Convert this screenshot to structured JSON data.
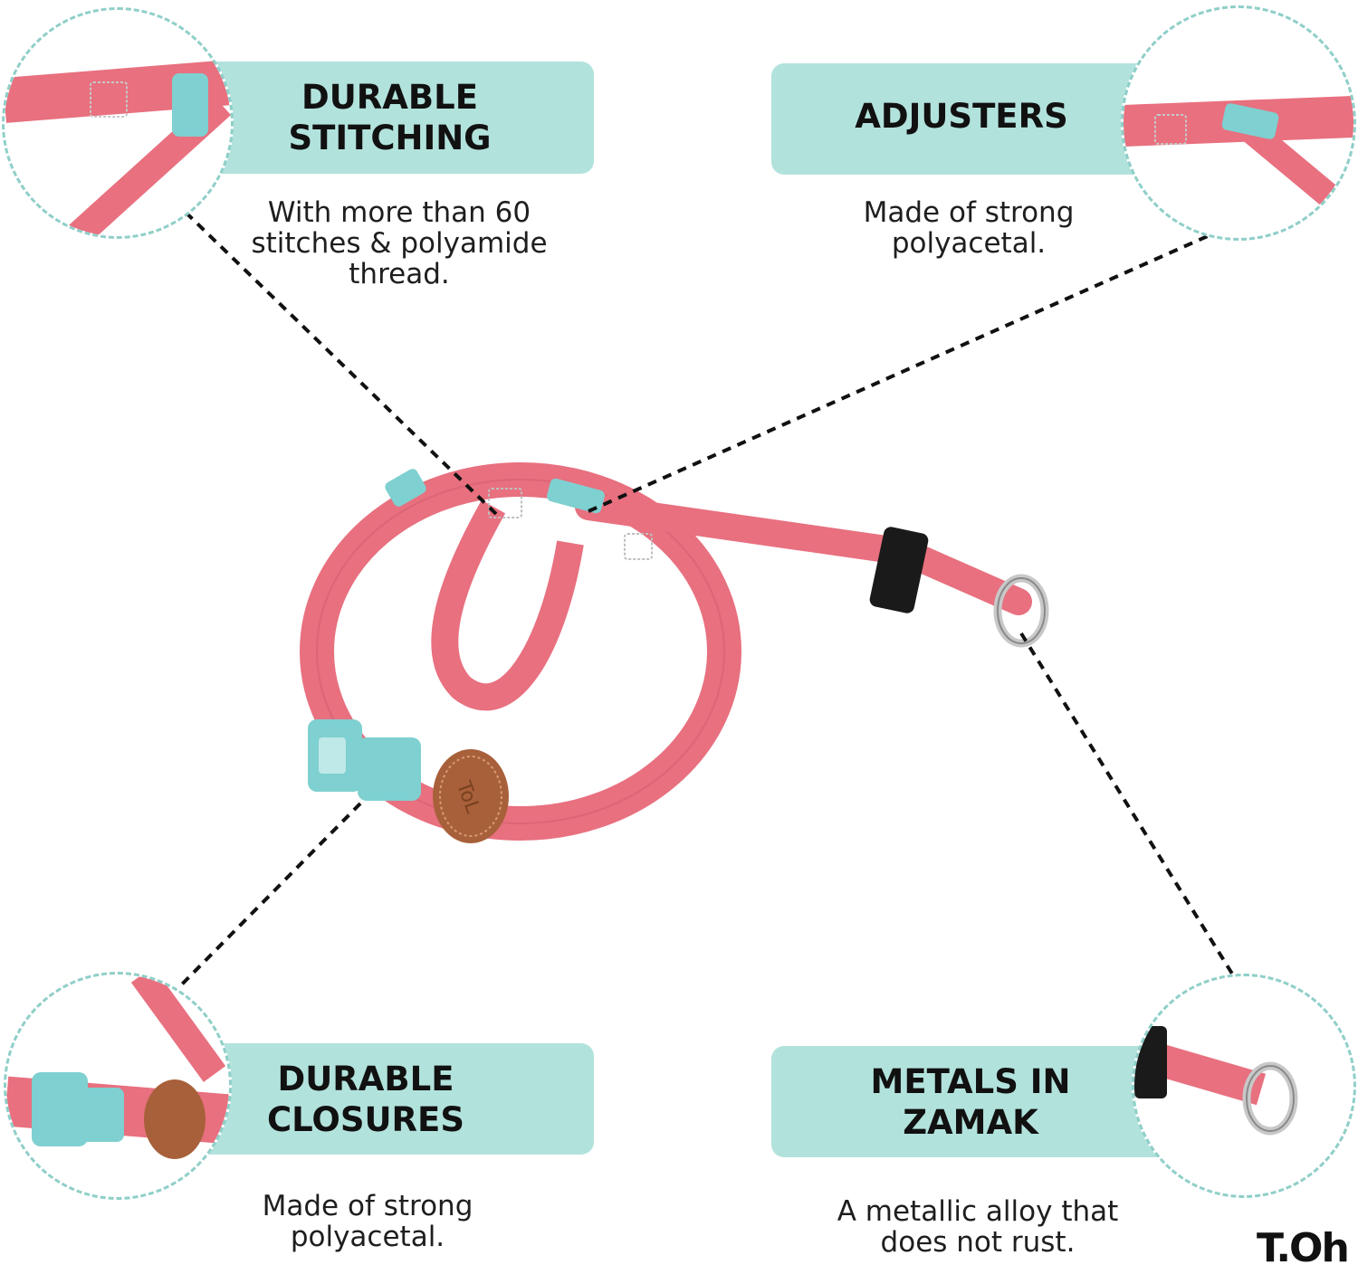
{
  "colors": {
    "strap": "#e8707f",
    "strap_dark": "#d05b6b",
    "buckle": "#7fd0d0",
    "pill_bg": "#b2e2dc",
    "ring_border": "#8fcfc8",
    "leather": "#a8603a",
    "stopper": "#1a1a1a",
    "metal": "#c8c8c8"
  },
  "features": {
    "durable_stitching": {
      "title_line1": "DURABLE",
      "title_line2": "STITCHING",
      "desc_line1": "With more than 60",
      "desc_line2": "stitches & polyamide",
      "desc_line3": "thread."
    },
    "adjusters": {
      "title": "ADJUSTERS",
      "desc_line1": "Made of strong",
      "desc_line2": "polyacetal."
    },
    "durable_closures": {
      "title_line1": "DURABLE",
      "title_line2": "CLOSURES",
      "desc_line1": "Made of strong",
      "desc_line2": "polyacetal."
    },
    "metals": {
      "title_line1": "METALS IN",
      "title_line2": "ZAMAK",
      "desc_line1": "A metallic alloy that",
      "desc_line2": "does not rust."
    }
  },
  "brand": {
    "logo_text": "T.Oh",
    "tag_text": "ToL"
  }
}
